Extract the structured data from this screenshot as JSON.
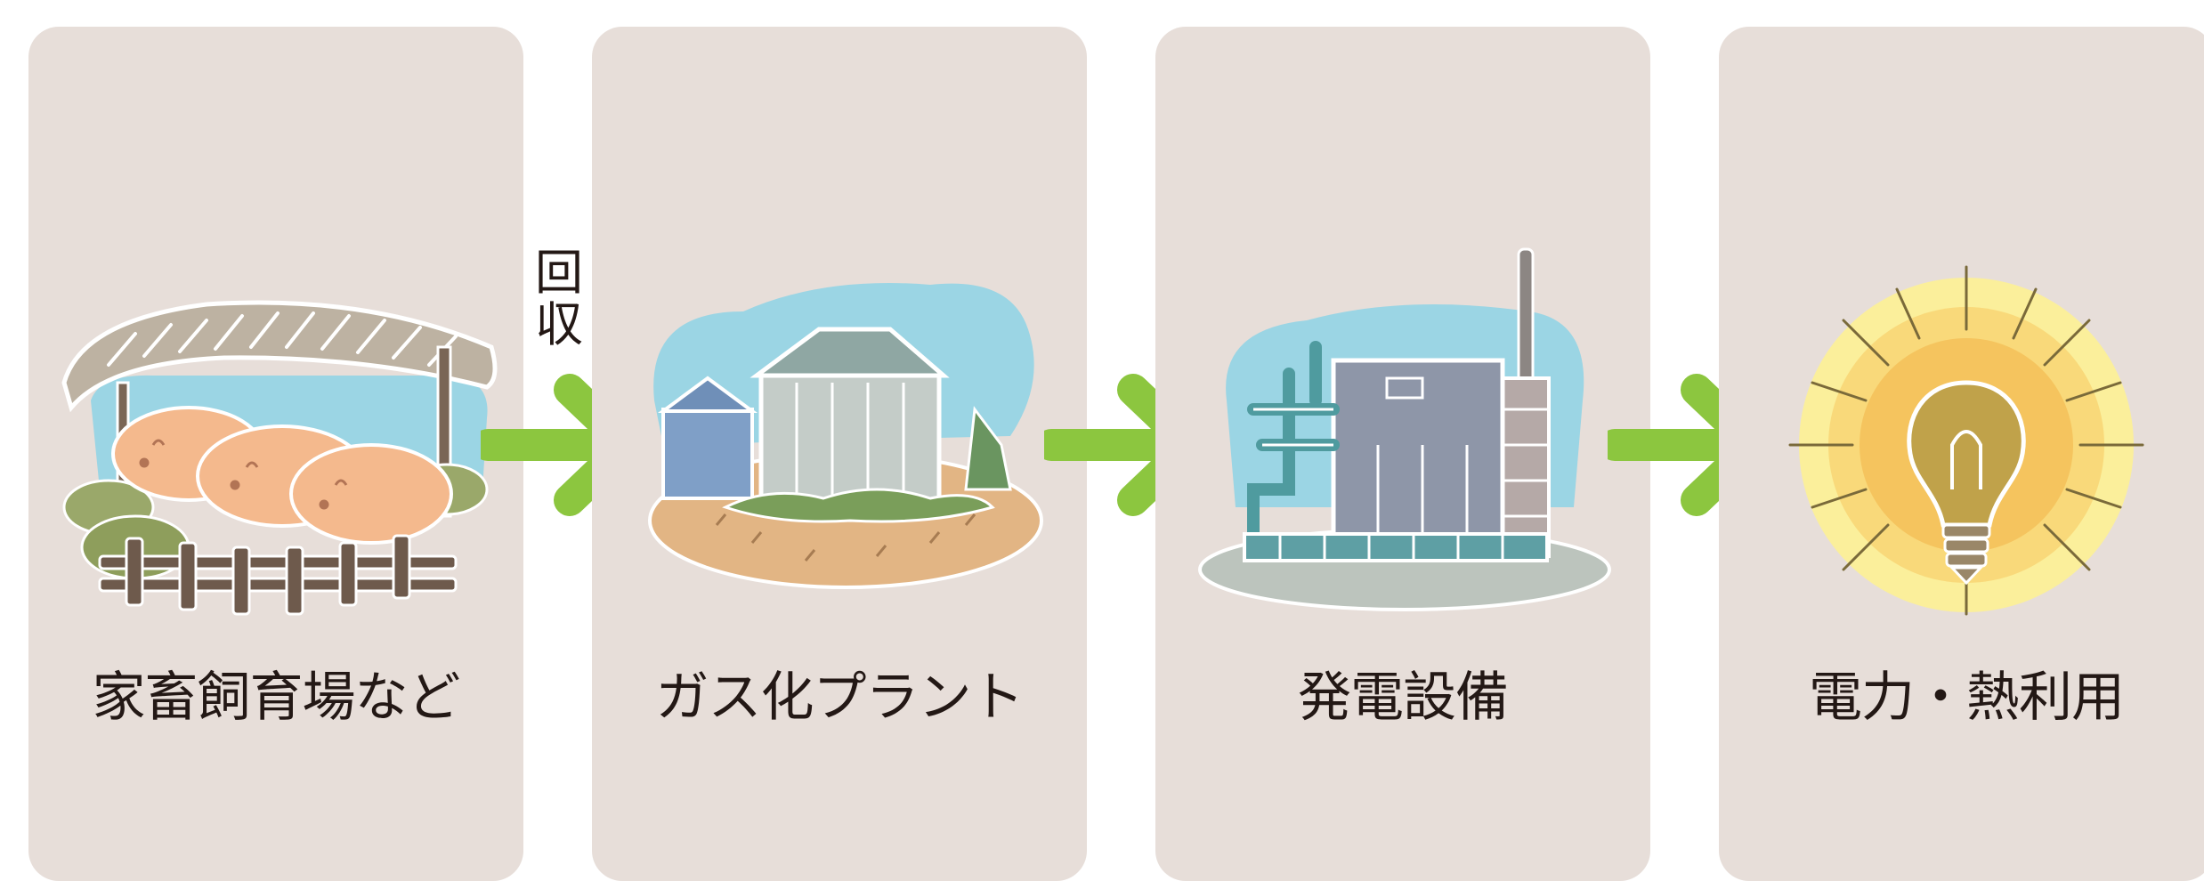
{
  "theme": {
    "panel_bg": "#e7ded9",
    "arrow_color": "#8cc63f",
    "text_color": "#231815"
  },
  "steps": [
    {
      "label": "家畜飼育場など",
      "icon": "livestock-farm-pigs-icon"
    },
    {
      "label": "ガス化プラント",
      "icon": "gasification-plant-tanks-icon"
    },
    {
      "label": "発電設備",
      "icon": "power-generation-facility-icon"
    },
    {
      "label": "電力・熱利用",
      "icon": "glowing-light-bulb-icon"
    }
  ],
  "connector_note": {
    "chars": [
      "回",
      "収"
    ]
  },
  "arrows": [
    "arrow-right-icon",
    "arrow-right-icon",
    "arrow-right-icon"
  ]
}
